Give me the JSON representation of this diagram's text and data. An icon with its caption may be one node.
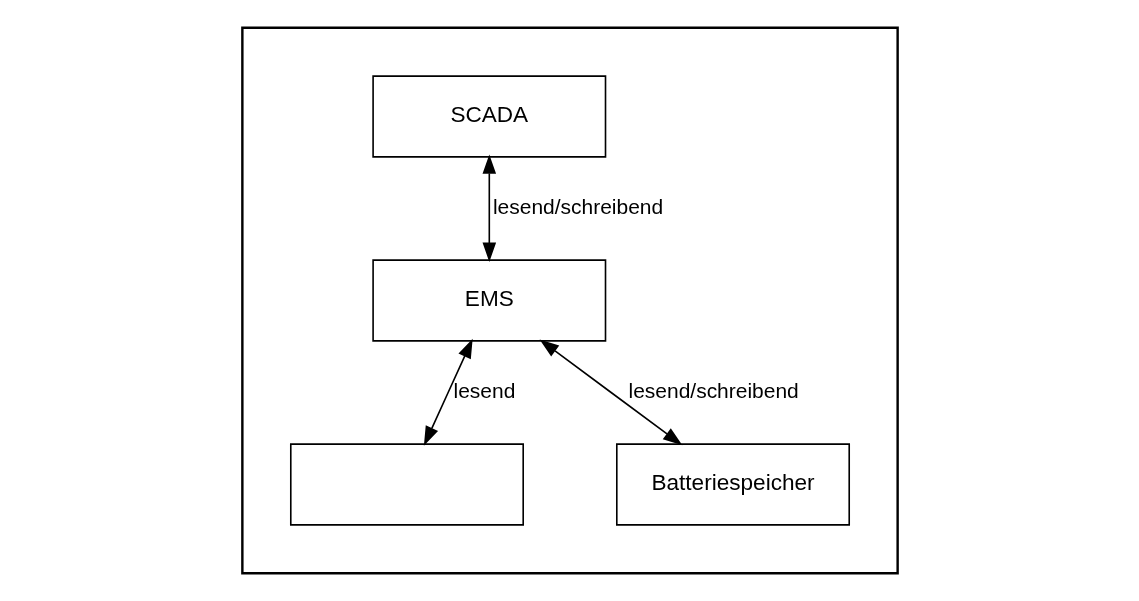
{
  "diagram": {
    "nodes": [
      {
        "text": [],
        "shape": "triangle"
      },
      {
        "text": [
          "SCADA"
        ],
        "in": 0
      },
      {
        "text": [
          "EMS"
        ],
        "in": 0
      },
      {
        "text": [],
        "shape": "box",
        "in": 0
      },
      {
        "text": [
          "Batteriespeicher"
        ],
        "in": 0
      }
    ],
    "edges": [
      {
        "from": 1,
        "to": 2,
        "arrow": "both",
        "label": "lesend/schreibend"
      },
      {
        "from": 2,
        "to": 3,
        "arrow": "both",
        "label": "lesend"
      },
      {
        "from": 2,
        "to": 4,
        "arrow": "both",
        "label": "lesend/schreibend"
      }
    ]
  }
}
